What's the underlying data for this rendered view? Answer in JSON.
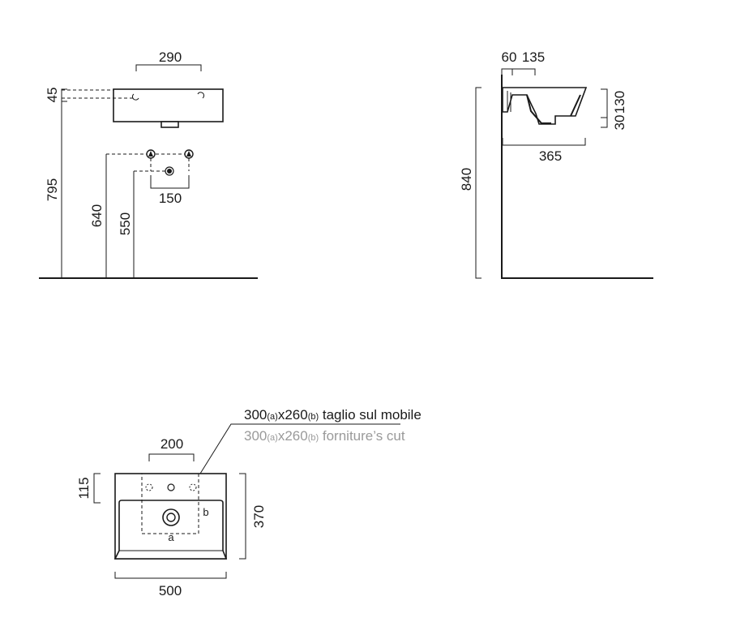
{
  "front_view": {
    "width": "290",
    "top_height": "45",
    "overall_height": "795",
    "supply_height": "640",
    "drain_height": "550",
    "supply_spacing": "150"
  },
  "side_view": {
    "dim_a": "60",
    "dim_b": "135",
    "overall_height": "840",
    "depth": "365",
    "basin_depth": "130",
    "rim": "30"
  },
  "top_view": {
    "tap_spacing": "200",
    "tap_offset": "115",
    "width": "500",
    "depth": "370",
    "cut_mark_a": "a",
    "cut_mark_b": "b",
    "note_it": {
      "w": "300",
      "w_sub": "(a)",
      "x": "x",
      "h": "260",
      "h_sub": "(b)",
      "text": " taglio sul mobile"
    },
    "note_en": {
      "w": "300",
      "w_sub": "(a)",
      "x": "x",
      "h": "260",
      "h_sub": "(b)",
      "text": " forniture’s cut"
    }
  },
  "colors": {
    "ink": "#1a1a1a",
    "secondary_note": "#9a9a9a"
  }
}
